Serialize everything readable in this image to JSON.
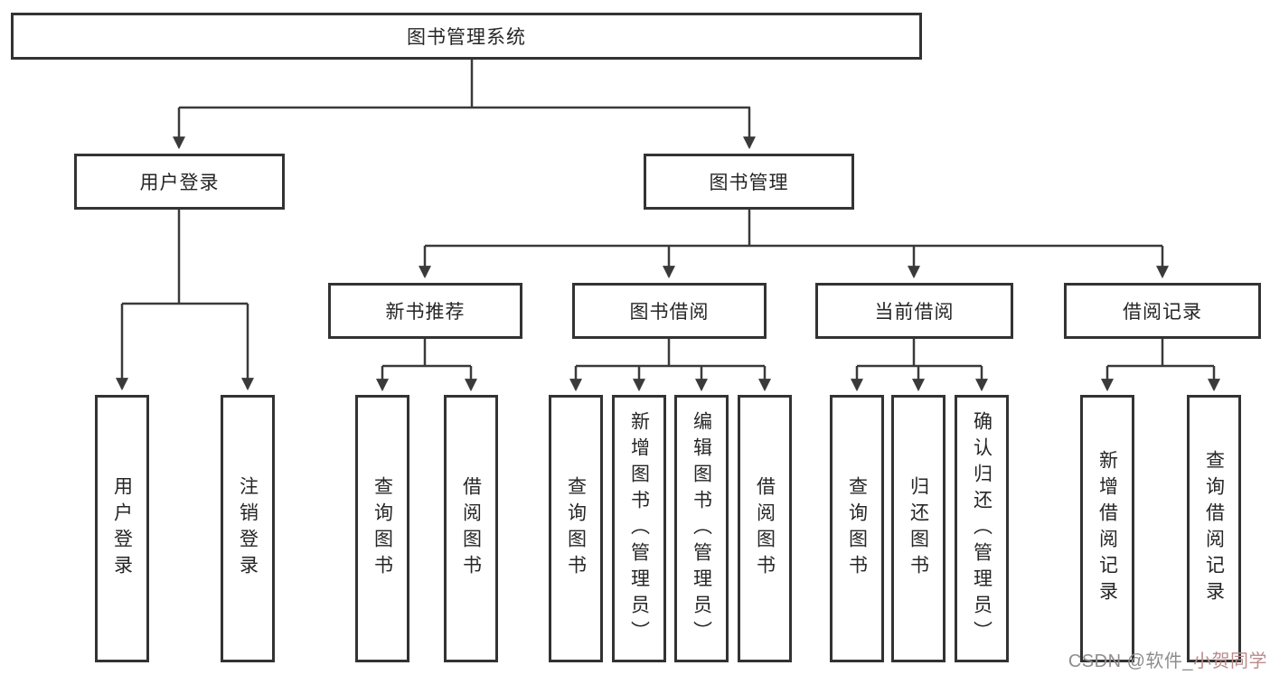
{
  "diagram": {
    "root": {
      "label": "图书管理系统"
    },
    "level2": [
      {
        "label": "用户登录"
      },
      {
        "label": "图书管理"
      }
    ],
    "level3": [
      {
        "label": "新书推荐"
      },
      {
        "label": "图书借阅"
      },
      {
        "label": "当前借阅"
      },
      {
        "label": "借阅记录"
      }
    ],
    "leaves": {
      "user": [
        "用户登录",
        "注销登录"
      ],
      "recommend": [
        "查询图书",
        "借阅图书"
      ],
      "borrow": [
        "查询图书",
        "新增图书（管理员）",
        "编辑图书（管理员）",
        "借阅图书"
      ],
      "current": [
        "查询图书",
        "归还图书",
        "确认归还（管理员）"
      ],
      "records": [
        "新增借阅记录",
        "查询借阅记录"
      ]
    }
  },
  "watermark": {
    "prefix": "CSDN @软件_",
    "suffix": "小贺同学"
  },
  "colors": {
    "line": "#3a3a3a",
    "box_border": "#333333",
    "text": "#262626",
    "watermark_gray": "#8f8c8c",
    "watermark_pink": "#b98c8c",
    "background": "#ffffff"
  }
}
